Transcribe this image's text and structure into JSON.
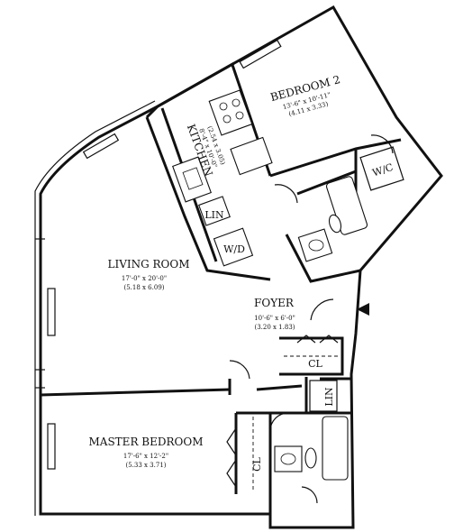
{
  "rooms": {
    "living_room": {
      "name": "LIVING ROOM",
      "dim_imperial": "17'-0\" x 20'-0\"",
      "dim_metric": "(5.18 x 6.09)"
    },
    "bedroom2": {
      "name": "BEDROOM 2",
      "dim_imperial": "13'-6\" x 10'-11\"",
      "dim_metric": "(4.11 x 3.33)"
    },
    "kitchen": {
      "name": "KITCHEN",
      "dim_imperial": "8'-4\" x 10'-0\"",
      "dim_metric": "(2.54 x 3.05)"
    },
    "foyer": {
      "name": "FOYER",
      "dim_imperial": "10'-6\" x 6'-0\"",
      "dim_metric": "(3.20 x 1.83)"
    },
    "master_bedroom": {
      "name": "MASTER BEDROOM",
      "dim_imperial": "17'-6\" x 12'-2\"",
      "dim_metric": "(5.33 x 3.71)"
    }
  },
  "labels": {
    "wc": "W/C",
    "lin_kitchen": "LIN",
    "wd": "W/D",
    "cl_foyer": "CL",
    "lin_hall": "LIN",
    "cl_master": "CL"
  }
}
